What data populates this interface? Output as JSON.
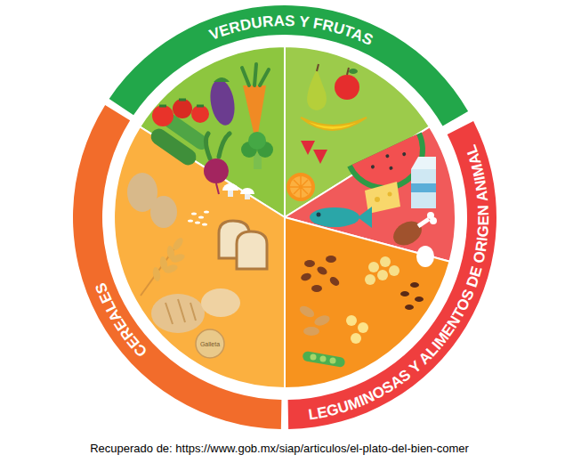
{
  "diagram": {
    "caption": "Recuperado de: https://www.gob.mx/siap/articulos/el-plato-del-bien-comer",
    "nodes": [
      {
        "text": [
          "VERDURAS Y FRUTAS"
        ]
      },
      {
        "text": [
          "LEGUMINOSAS Y ALIMENTOS DE ORIGEN ANIMAL"
        ]
      },
      {
        "text": [
          "CEREALES"
        ]
      }
    ],
    "labels": [
      "Galleta"
    ]
  }
}
